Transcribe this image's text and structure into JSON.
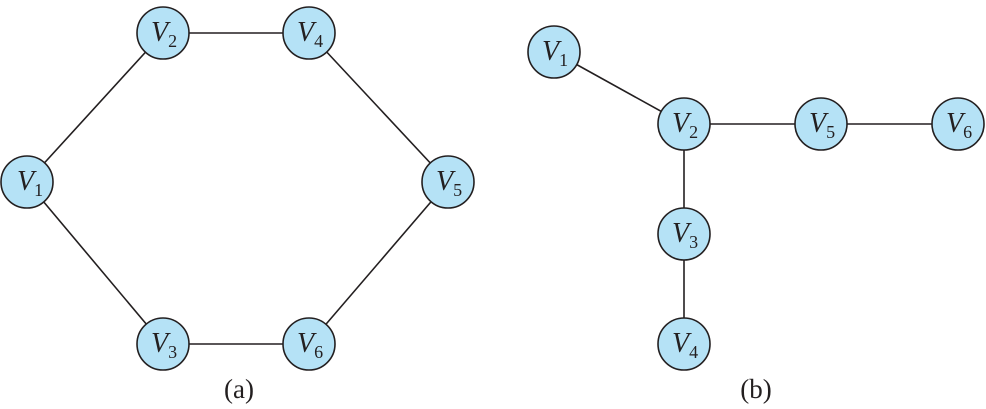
{
  "graphs": [
    {
      "caption": "(a)",
      "nodes": [
        {
          "id": "a-v1",
          "letter": "V",
          "sub": "1"
        },
        {
          "id": "a-v2",
          "letter": "V",
          "sub": "2"
        },
        {
          "id": "a-v4",
          "letter": "V",
          "sub": "4"
        },
        {
          "id": "a-v5",
          "letter": "V",
          "sub": "5"
        },
        {
          "id": "a-v6",
          "letter": "V",
          "sub": "6"
        },
        {
          "id": "a-v3",
          "letter": "V",
          "sub": "3"
        }
      ],
      "edges": [
        [
          "V1",
          "V2"
        ],
        [
          "V2",
          "V4"
        ],
        [
          "V4",
          "V5"
        ],
        [
          "V5",
          "V6"
        ],
        [
          "V6",
          "V3"
        ],
        [
          "V3",
          "V1"
        ]
      ]
    },
    {
      "caption": "(b)",
      "nodes": [
        {
          "id": "b-v1",
          "letter": "V",
          "sub": "1"
        },
        {
          "id": "b-v2",
          "letter": "V",
          "sub": "2"
        },
        {
          "id": "b-v5",
          "letter": "V",
          "sub": "5"
        },
        {
          "id": "b-v6",
          "letter": "V",
          "sub": "6"
        },
        {
          "id": "b-v3",
          "letter": "V",
          "sub": "3"
        },
        {
          "id": "b-v4",
          "letter": "V",
          "sub": "4"
        }
      ],
      "edges": [
        [
          "V1",
          "V2"
        ],
        [
          "V2",
          "V5"
        ],
        [
          "V5",
          "V6"
        ],
        [
          "V2",
          "V3"
        ],
        [
          "V3",
          "V4"
        ]
      ]
    }
  ],
  "colors": {
    "node_fill": "#b5e2f6",
    "stroke": "#231f20"
  }
}
